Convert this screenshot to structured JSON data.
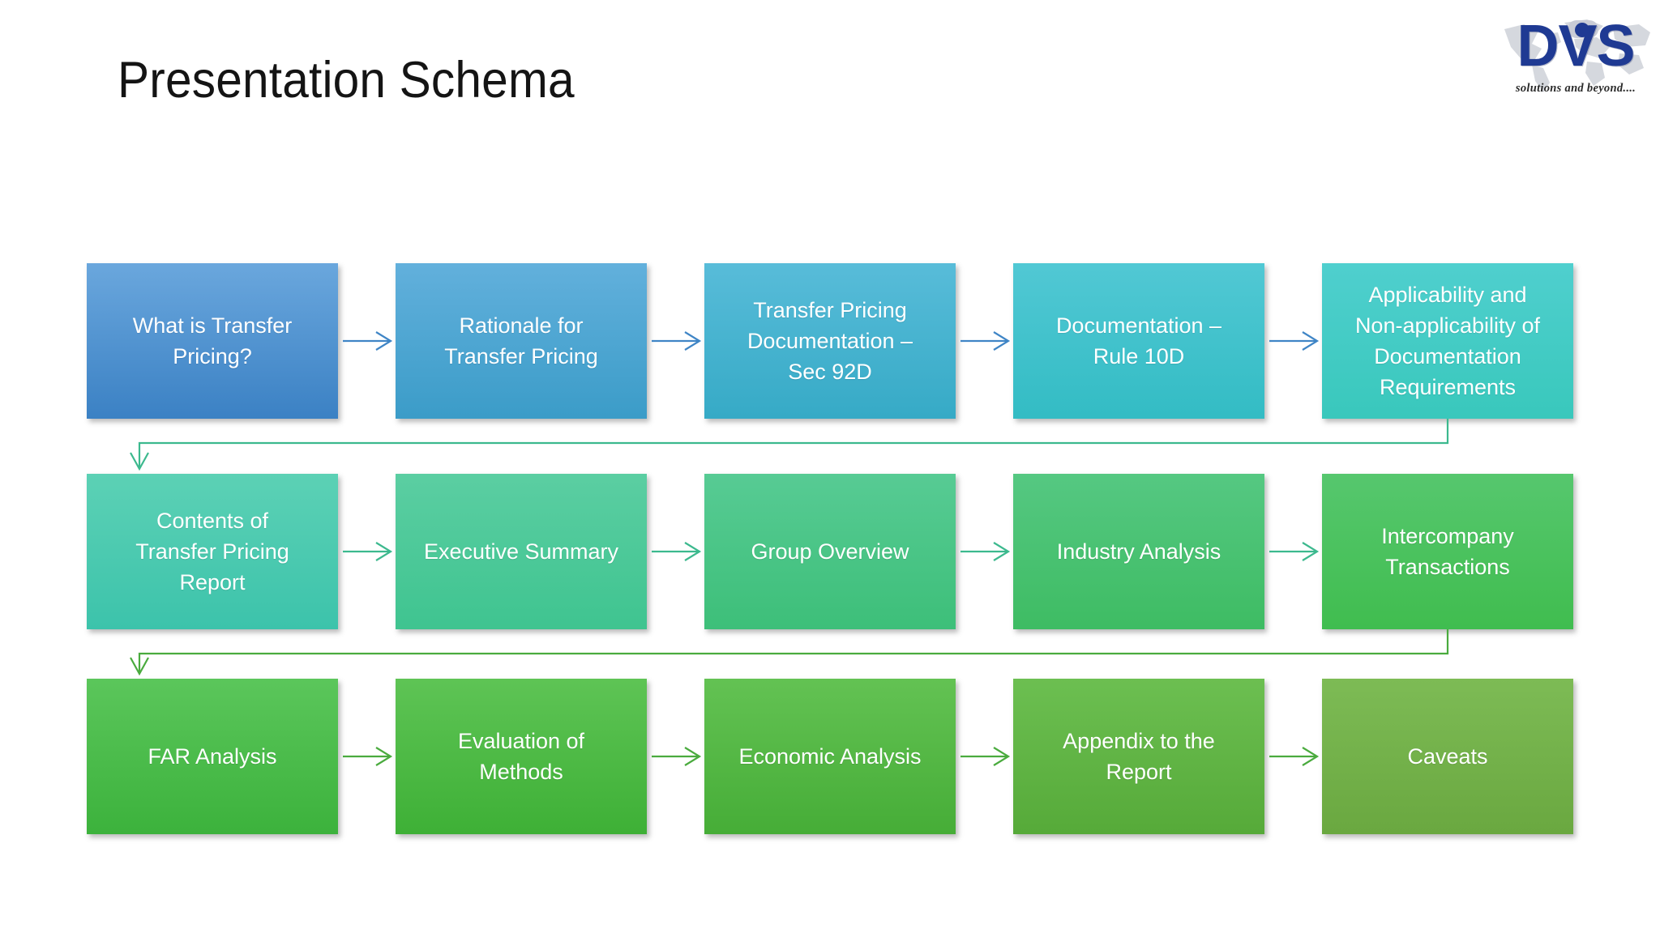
{
  "slide": {
    "title": "Presentation Schema",
    "background": "#ffffff"
  },
  "logo": {
    "wordmark": "DVS",
    "tagline": "solutions and beyond....",
    "color": "#1f3A93"
  },
  "diagram": {
    "type": "process-flow",
    "rows": 3,
    "columns": 5,
    "rows_data": [
      {
        "row_index": 1,
        "accent": "#3f85c6",
        "connector_color": "#3f85c6",
        "nodes": [
          {
            "label": "What is Transfer Pricing?",
            "lines": [
              "What is Transfer",
              "Pricing?"
            ],
            "fill_top": "#6aa7dd",
            "fill_bottom": "#3b81c4"
          },
          {
            "label": "Rationale for Transfer Pricing",
            "lines": [
              "Rationale for",
              "Transfer Pricing"
            ],
            "fill_top": "#62b0dc",
            "fill_bottom": "#3b9cc8"
          },
          {
            "label": "Transfer Pricing Documentation – Sec 92D",
            "lines": [
              "Transfer Pricing",
              "Documentation –",
              "Sec 92D"
            ],
            "fill_top": "#58bcd9",
            "fill_bottom": "#36aac6"
          },
          {
            "label": "Documentation – Rule 10D",
            "lines": [
              "Documentation –",
              "Rule 10D"
            ],
            "fill_top": "#51c8d4",
            "fill_bottom": "#33bcc4"
          },
          {
            "label": "Applicability and Non-applicability of Documentation Requirements",
            "lines": [
              "Applicability and",
              "Non-applicability of",
              "Documentation",
              "Requirements"
            ],
            "fill_top": "#4fcfce",
            "fill_bottom": "#39c8bc"
          }
        ]
      },
      {
        "row_index": 2,
        "accent": "#3cb98e",
        "connector_color": "#3cb98e",
        "nodes": [
          {
            "label": "Contents of Transfer Pricing Report",
            "lines": [
              "Contents of",
              "Transfer Pricing",
              "Report"
            ],
            "fill_top": "#5cd1b5",
            "fill_bottom": "#3cc3ab"
          },
          {
            "label": "Executive Summary",
            "lines": [
              "Executive Summary"
            ],
            "fill_top": "#5bceA2",
            "fill_bottom": "#3fc490"
          },
          {
            "label": "Group Overview",
            "lines": [
              "Group Overview"
            ],
            "fill_top": "#57cb94",
            "fill_bottom": "#3dbf79"
          },
          {
            "label": "Industry Analysis",
            "lines": [
              "Industry Analysis"
            ],
            "fill_top": "#55c882",
            "fill_bottom": "#3ebc63"
          },
          {
            "label": "Intercompany Transactions",
            "lines": [
              "Intercompany",
              "Transactions"
            ],
            "fill_top": "#56c76e",
            "fill_bottom": "#40bd4f"
          }
        ]
      },
      {
        "row_index": 3,
        "accent": "#4aab3e",
        "connector_color": "#4aab3e",
        "nodes": [
          {
            "label": "FAR Analysis",
            "lines": [
              "FAR Analysis"
            ],
            "fill_top": "#5bc65b",
            "fill_bottom": "#3cb23c"
          },
          {
            "label": "Evaluation of Methods",
            "lines": [
              "Evaluation of",
              "Methods"
            ],
            "fill_top": "#5ec455",
            "fill_bottom": "#3eb036"
          },
          {
            "label": "Economic Analysis",
            "lines": [
              "Economic Analysis"
            ],
            "fill_top": "#63c253",
            "fill_bottom": "#46ad37"
          },
          {
            "label": "Appendix to the Report",
            "lines": [
              "Appendix to the",
              "Report"
            ],
            "fill_top": "#6cbf51",
            "fill_bottom": "#56aa39"
          },
          {
            "label": "Caveats",
            "lines": [
              "Caveats"
            ],
            "fill_top": "#7dbb55",
            "fill_bottom": "#6aa840"
          }
        ]
      }
    ],
    "arrow_icon": "arrow-right-icon",
    "wrap_arrow_icon": "arrow-wrap-down-icon"
  }
}
